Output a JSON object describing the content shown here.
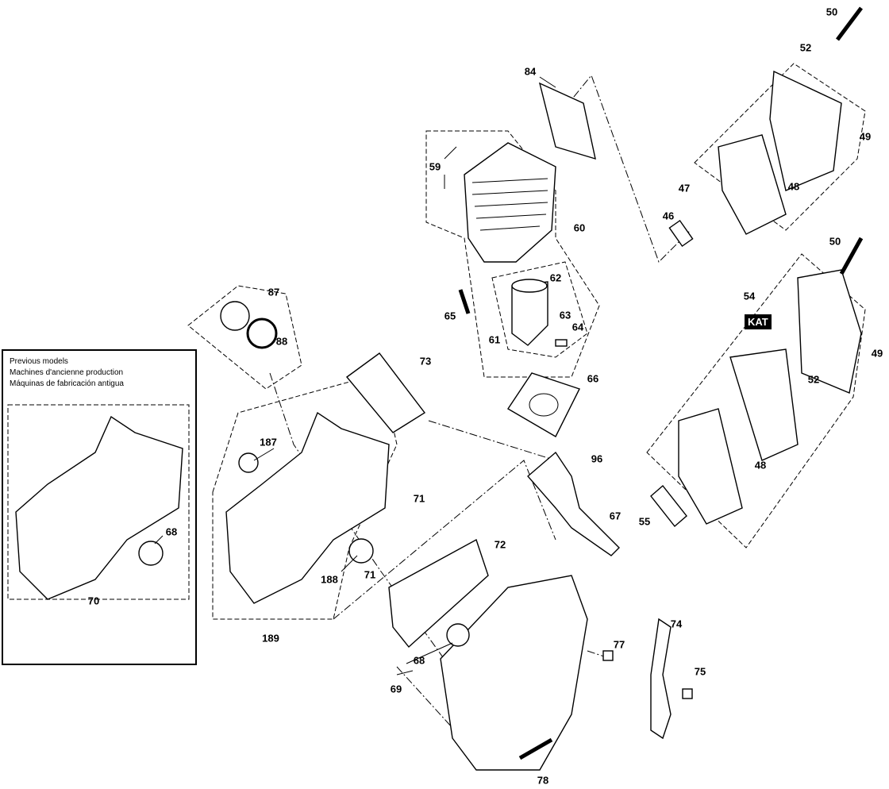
{
  "inset": {
    "lines": [
      "Previous models",
      "Machines d'ancienne production",
      "Máquinas de fabricación antigua"
    ]
  },
  "badge": "KAT",
  "labels": {
    "l50a": "50",
    "l52a": "52",
    "l84": "84",
    "l49a": "49",
    "l59": "59",
    "l47": "47",
    "l48a": "48",
    "l46": "46",
    "l60": "60",
    "l50b": "50",
    "l62": "62",
    "l54": "54",
    "l87": "87",
    "l65": "65",
    "l63": "63",
    "l64": "64",
    "l61": "61",
    "l49b": "49",
    "l88": "88",
    "l73": "73",
    "l52b": "52",
    "l66": "66",
    "l187": "187",
    "l96": "96",
    "l48b": "48",
    "l71a": "71",
    "l67": "67",
    "l55": "55",
    "l68a": "68",
    "l72": "72",
    "l188": "188",
    "l71b": "71",
    "l70": "70",
    "l74": "74",
    "l189": "189",
    "l77": "77",
    "l68b": "68",
    "l75": "75",
    "l69": "69",
    "l78": "78"
  }
}
